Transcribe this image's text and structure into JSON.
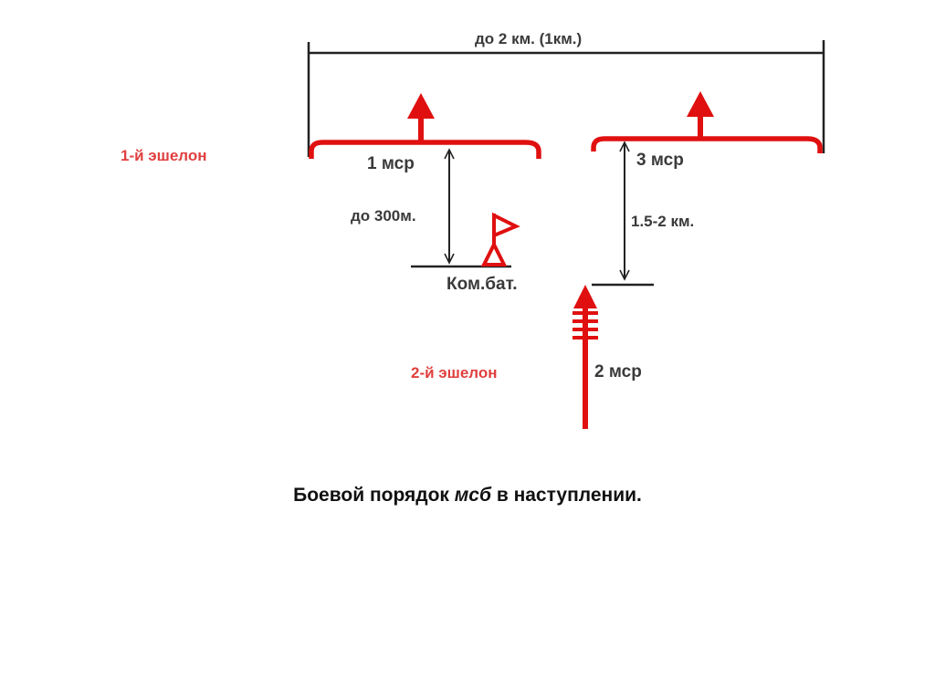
{
  "diagram": {
    "frontage_label": "до 2 км. (1км.)",
    "echelon_1_label": "1-й эшелон",
    "echelon_2_label": "2-й эшелон",
    "company_1_label": "1 мср",
    "company_2_label": "2 мср",
    "company_3_label": "3 мср",
    "distance_1_label": "до 300м.",
    "distance_2_label": "1.5-2 км.",
    "commander_label": "Ком.бат.",
    "icons": {
      "attack_arrow": "arrow-up-icon",
      "reserve_arrow": "arrow-up-with-bars-icon",
      "commander_post": "command-post-flag-icon"
    }
  },
  "caption": {
    "prefix": "Боевой порядок ",
    "emphasis": "мсб",
    "suffix": " в наступлении."
  },
  "colors": {
    "unit_red": "#e01010",
    "label_red": "#e04040",
    "line_dark": "#222222",
    "text_dark": "#3a3a3a"
  }
}
